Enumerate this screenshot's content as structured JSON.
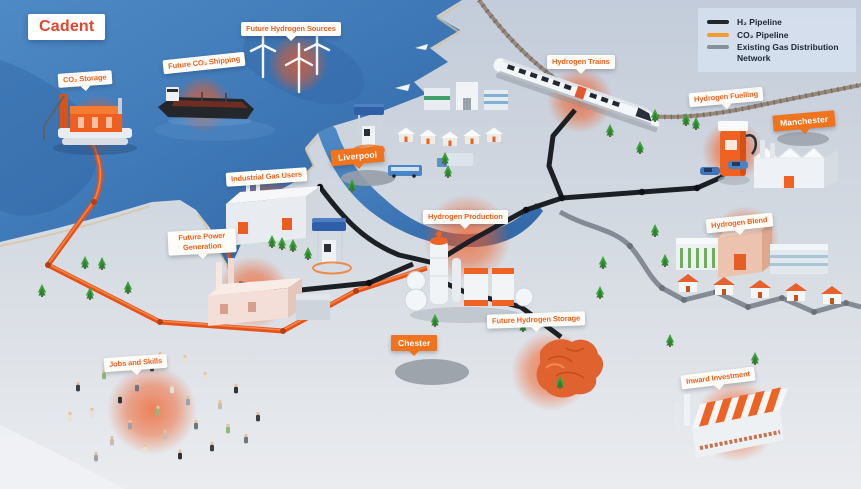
{
  "brand": {
    "logo_text": "Cadent"
  },
  "legend": {
    "items": [
      {
        "id": "h2-pipeline",
        "label": "H₂ Pipeline",
        "color": "#23272c"
      },
      {
        "id": "co2-pipeline",
        "label": "CO₂ Pipeline",
        "color": "#f59b2f"
      },
      {
        "id": "existing-gas-distribution",
        "label": "Existing Gas Distribution Network",
        "color": "#8a9099"
      }
    ]
  },
  "labels": [
    {
      "id": "co2-storage",
      "text": "CO₂ Storage"
    },
    {
      "id": "future-co2-shipping",
      "text": "Future CO₂ Shipping"
    },
    {
      "id": "future-hydrogen-sources",
      "text": "Future Hydrogen Sources"
    },
    {
      "id": "hydrogen-trains",
      "text": "Hydrogen Trains"
    },
    {
      "id": "hydrogen-fuelling",
      "text": "Hydrogen Fuelling"
    },
    {
      "id": "industrial-gas-users",
      "text": "Industrial Gas Users"
    },
    {
      "id": "hydrogen-production",
      "text": "Hydrogen Production"
    },
    {
      "id": "future-power-generation",
      "text": "Future Power Generation"
    },
    {
      "id": "hydrogen-blend",
      "text": "Hydrogen Blend"
    },
    {
      "id": "future-hydrogen-storage",
      "text": "Future Hydrogen Storage"
    },
    {
      "id": "jobs-and-skills",
      "text": "Jobs and Skills"
    },
    {
      "id": "inward-investment",
      "text": "Inward Investment"
    }
  ],
  "cities": [
    {
      "id": "liverpool",
      "text": "Liverpool"
    },
    {
      "id": "manchester",
      "text": "Manchester"
    },
    {
      "id": "chester",
      "text": "Chester"
    }
  ],
  "colors": {
    "accent_orange": "#f0611f",
    "city_label_bg": "#f0741d",
    "label_bg": "#fffdf8",
    "cadent_red": "#e0452e",
    "sea": "#3c74b4",
    "land": "#d5dae1",
    "glow": "#ef5a22",
    "h2_pipeline": "#1c1f24",
    "co2_pipeline": "#e5521a",
    "existing_gas_pipeline": "#848b95"
  }
}
